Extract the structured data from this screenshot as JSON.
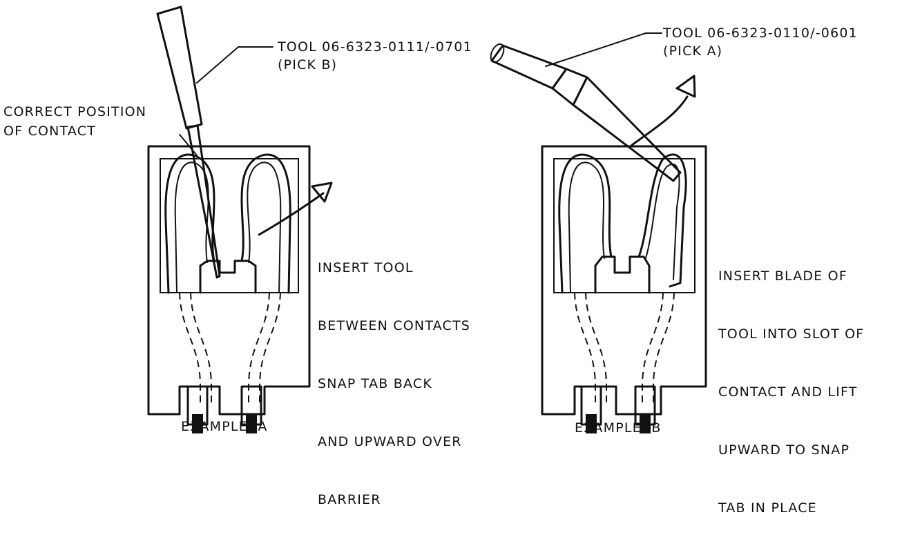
{
  "example_a": {
    "tool_label_line1": "TOOL 06-6323-0111/-0701",
    "tool_label_line2": "(PICK B)",
    "position_label_line1": "CORRECT POSITION",
    "position_label_line2": "OF CONTACT",
    "instruction": [
      "INSERT TOOL",
      "BETWEEN CONTACTS",
      "SNAP TAB BACK",
      "AND UPWARD OVER",
      "BARRIER"
    ],
    "caption": "EXAMPLE  A"
  },
  "example_b": {
    "tool_label_line1": "TOOL 06-6323-0110/-0601",
    "tool_label_line2": "(PICK A)",
    "instruction": [
      "INSERT BLADE OF",
      "TOOL INTO SLOT OF",
      "CONTACT AND LIFT",
      "UPWARD TO SNAP",
      "TAB IN PLACE"
    ],
    "caption": "EXAMPLE  B"
  }
}
